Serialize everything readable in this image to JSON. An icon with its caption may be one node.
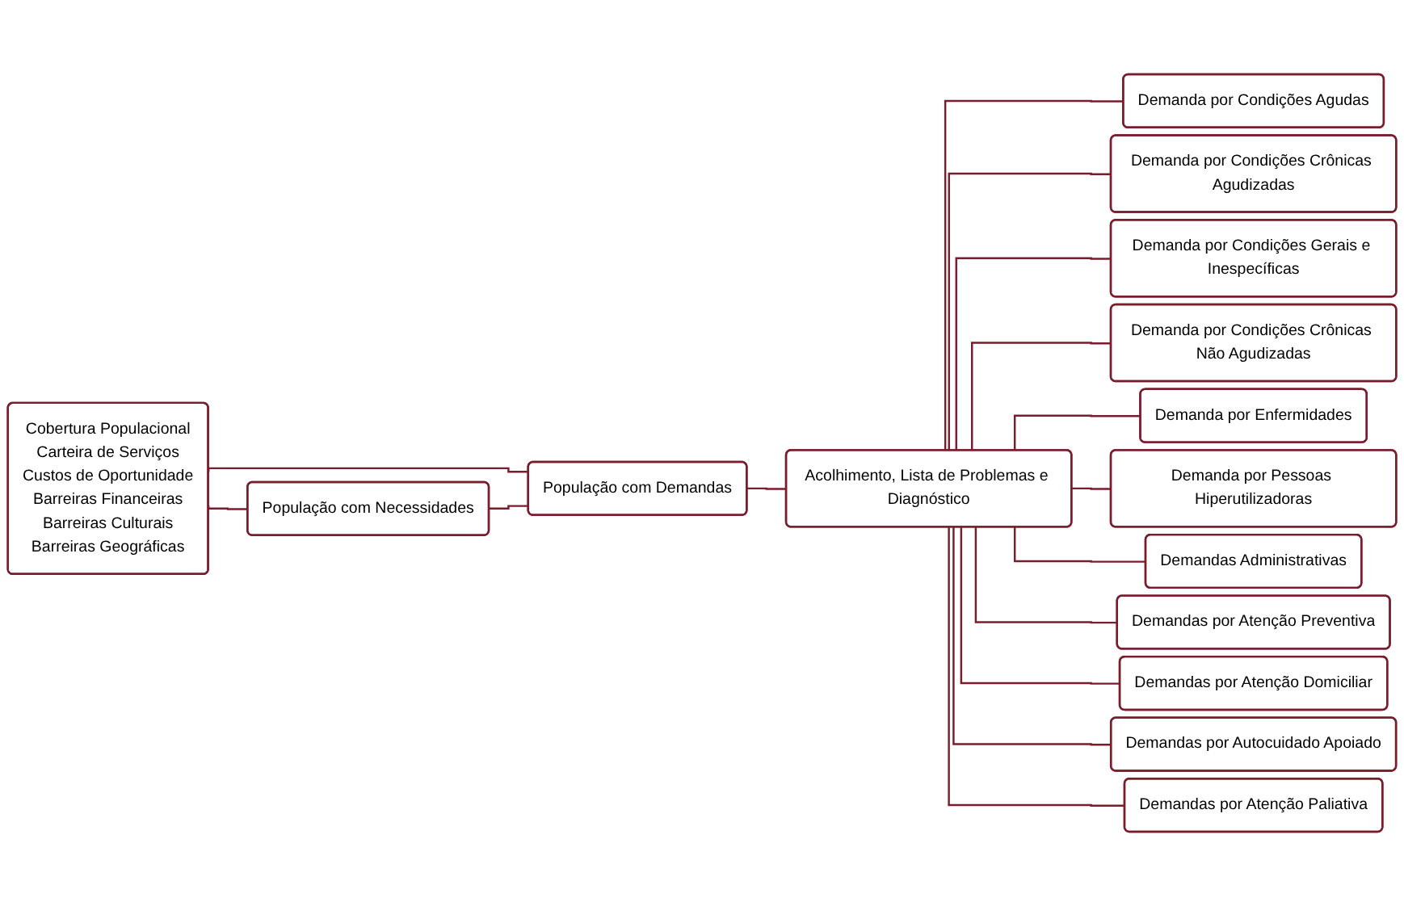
{
  "diagram": {
    "nodes": [
      {
        "text": [
          "Cobertura Populacional",
          "Carteira de Serviços",
          "Custos de Oportunidade",
          "Barreiras Financeiras",
          "Barreiras Culturais",
          "Barreiras Geográficas"
        ]
      },
      {
        "text": [
          "População com Necessidades"
        ]
      },
      {
        "text": [
          "População com Demandas"
        ]
      },
      {
        "text": [
          "Acolhimento, Lista de Problemas e Diagnóstico"
        ]
      },
      {
        "text": [
          "Demanda por Condições Agudas"
        ]
      },
      {
        "text": [
          "Demanda por Condições Crônicas Agudizadas"
        ]
      },
      {
        "text": [
          "Demanda por Condições Gerais e Inespecíficas"
        ]
      },
      {
        "text": [
          "Demanda por Condições Crônicas Não Agudizadas"
        ]
      },
      {
        "text": [
          "Demanda por Enfermidades"
        ]
      },
      {
        "text": [
          "Demanda por Pessoas Hiperutilizadoras"
        ]
      },
      {
        "text": [
          "Demandas Administrativas"
        ]
      },
      {
        "text": [
          "Demandas por Atenção Preventiva"
        ]
      },
      {
        "text": [
          "Demandas por Atenção Domiciliar"
        ]
      },
      {
        "text": [
          "Demandas por Autocuidado Apoiado"
        ]
      },
      {
        "text": [
          "Demandas por Atenção Paliativa"
        ]
      }
    ],
    "edges": [
      {
        "from": 0,
        "to": 1,
        "arrow": "none"
      },
      {
        "from": 0,
        "to": 2,
        "arrow": "none"
      },
      {
        "from": 1,
        "to": 2,
        "arrow": "none"
      },
      {
        "from": 2,
        "to": 3,
        "arrow": "none"
      },
      {
        "from": 3,
        "to": 4,
        "arrow": "none"
      },
      {
        "from": 3,
        "to": 5,
        "arrow": "none"
      },
      {
        "from": 3,
        "to": 6,
        "arrow": "none"
      },
      {
        "from": 3,
        "to": 7,
        "arrow": "none"
      },
      {
        "from": 3,
        "to": 8,
        "arrow": "none"
      },
      {
        "from": 3,
        "to": 9,
        "arrow": "none"
      },
      {
        "from": 3,
        "to": 10,
        "arrow": "none"
      },
      {
        "from": 3,
        "to": 11,
        "arrow": "none"
      },
      {
        "from": 3,
        "to": 12,
        "arrow": "none"
      },
      {
        "from": 3,
        "to": 13,
        "arrow": "none"
      },
      {
        "from": 3,
        "to": 14,
        "arrow": "none"
      }
    ]
  }
}
